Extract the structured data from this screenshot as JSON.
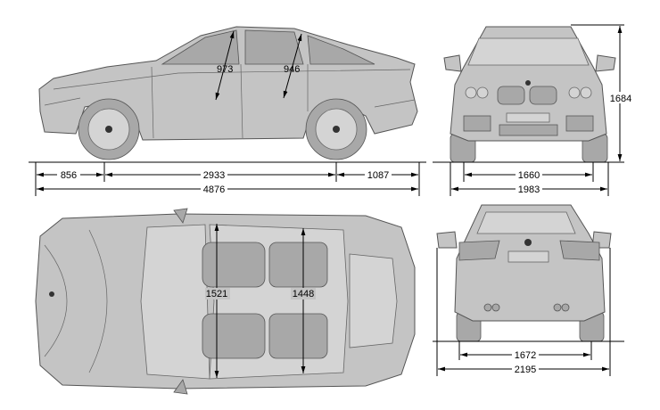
{
  "title": "Vehicle dimension drawing",
  "side_view": {
    "front_overhang": "856",
    "wheelbase": "2933",
    "rear_overhang": "1087",
    "overall_length": "4876",
    "front_headroom": "973",
    "rear_headroom": "946"
  },
  "front_view": {
    "track_front": "1660",
    "overall_width": "1983",
    "overall_height": "1684"
  },
  "top_view": {
    "front_shoulder_width": "1521",
    "rear_shoulder_width": "1448"
  },
  "rear_view": {
    "track_rear": "1672",
    "width_with_mirrors": "2195"
  }
}
